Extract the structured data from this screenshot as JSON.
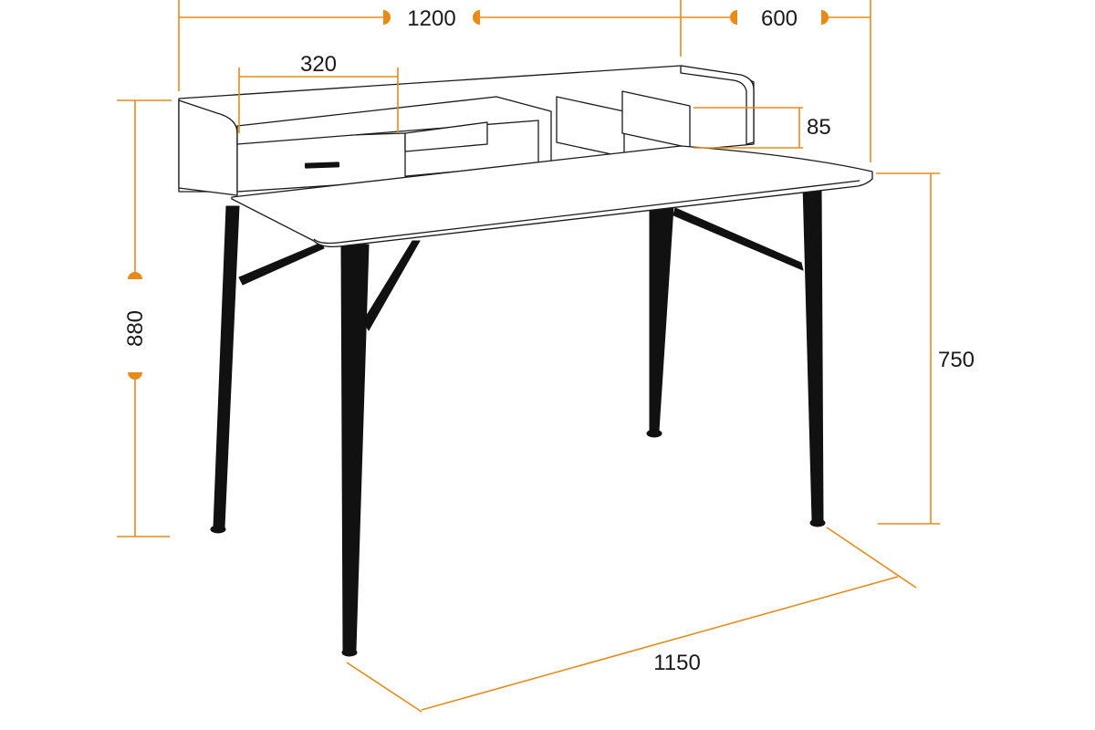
{
  "dimensions": {
    "width_total": "1200",
    "depth": "600",
    "drawer_width": "320",
    "shelf_height": "85",
    "total_height": "880",
    "desk_height": "750",
    "leg_span": "1150"
  },
  "colors": {
    "dimension_accent": "#e88a1a",
    "outline": "#1a1a1a",
    "legs": "#111111",
    "background": "#ffffff"
  }
}
